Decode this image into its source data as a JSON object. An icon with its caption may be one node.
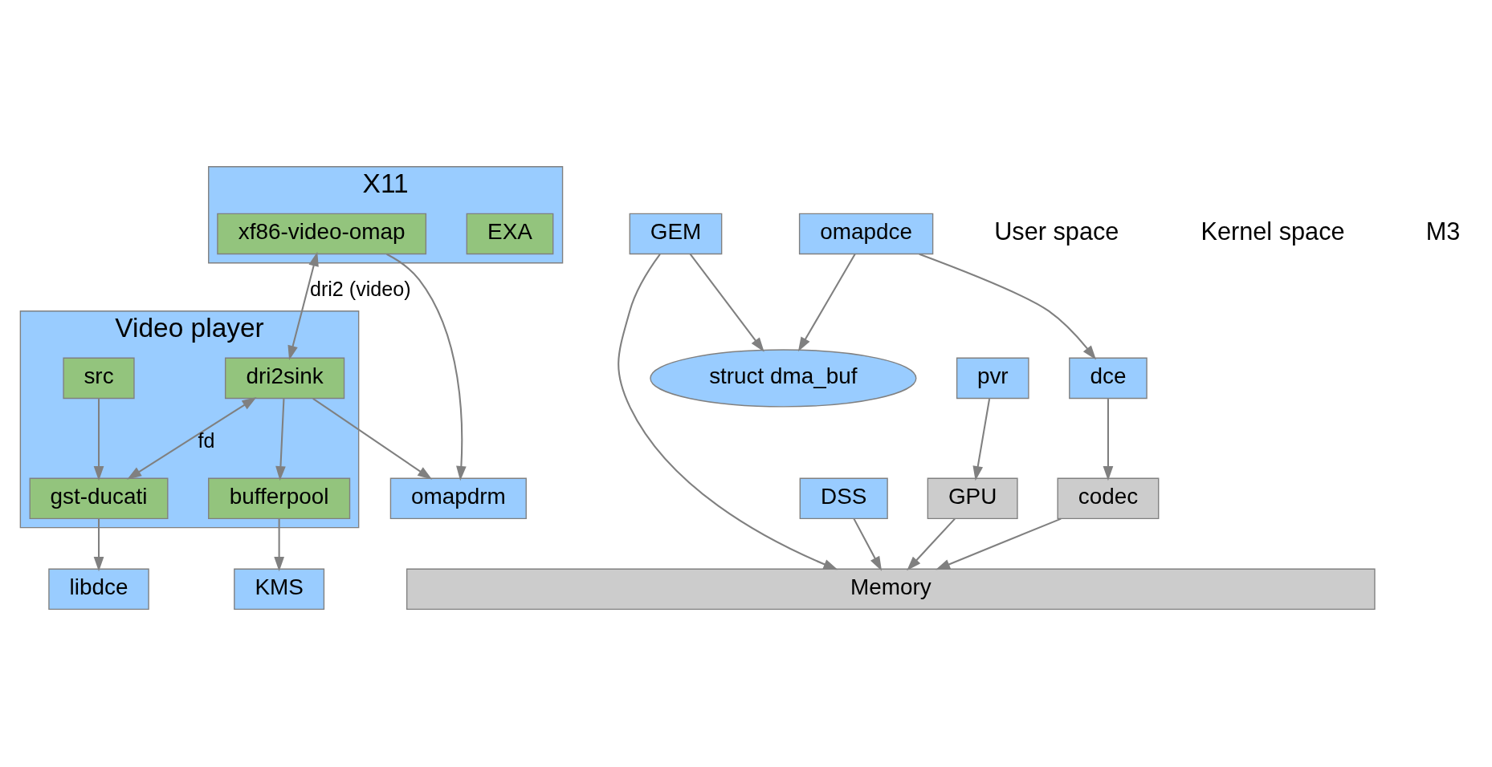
{
  "diagram": {
    "nodes": [
      {
        "text": [
          "X11"
        ]
      },
      {
        "text": [
          "EXA"
        ],
        "in": 0
      },
      {
        "text": [
          "xf86-video-omap"
        ],
        "in": 0
      },
      {
        "text": [
          "Video player"
        ]
      },
      {
        "text": [
          "dri2sink"
        ],
        "in": 3
      },
      {
        "text": [
          "gst-ducati"
        ],
        "in": 3
      },
      {
        "text": [
          "src"
        ],
        "in": 3
      },
      {
        "text": [
          "bufferpool"
        ],
        "in": 3
      },
      {
        "text": [
          "libdce"
        ]
      },
      {
        "text": [
          "omapdrm"
        ]
      },
      {
        "text": [
          "KMS"
        ]
      },
      {
        "text": [
          "GEM"
        ]
      },
      {
        "text": [
          "pvr"
        ]
      },
      {
        "text": [
          "DSS"
        ]
      },
      {
        "text": [
          "GPU"
        ]
      },
      {
        "text": [
          "struct dma_buf"
        ]
      },
      {
        "text": [
          "omapdce"
        ]
      },
      {
        "text": [
          "dce"
        ]
      },
      {
        "text": [
          "codec"
        ]
      },
      {
        "text": [
          "Memory"
        ]
      }
    ],
    "edges": [
      {
        "from": 2,
        "to": 4,
        "arrow": "both",
        "label": "dri2 (video)"
      },
      {
        "from": 4,
        "to": 5,
        "arrow": "both",
        "label": "fd"
      },
      {
        "from": 6,
        "to": 5,
        "arrow": "to"
      },
      {
        "from": 4,
        "to": 7,
        "arrow": "to"
      },
      {
        "from": 2,
        "to": 9,
        "arrow": "to"
      },
      {
        "from": 4,
        "to": 9,
        "arrow": "to"
      },
      {
        "from": 7,
        "to": 10,
        "arrow": "to"
      },
      {
        "from": 5,
        "to": 8,
        "arrow": "to"
      },
      {
        "from": 11,
        "to": 15,
        "arrow": "to"
      },
      {
        "from": 16,
        "to": 15,
        "arrow": "to"
      },
      {
        "from": 16,
        "to": 17,
        "arrow": "to"
      },
      {
        "from": 12,
        "to": 14,
        "arrow": "to"
      },
      {
        "from": 14,
        "to": 19,
        "arrow": "to"
      },
      {
        "from": 13,
        "to": 19,
        "arrow": "to"
      },
      {
        "from": 11,
        "to": 19,
        "arrow": "to"
      },
      {
        "from": 17,
        "to": 18,
        "arrow": "to"
      },
      {
        "from": 18,
        "to": 19,
        "arrow": "to"
      }
    ],
    "labels": [
      "User space",
      "Kernel space",
      "M3"
    ]
  }
}
